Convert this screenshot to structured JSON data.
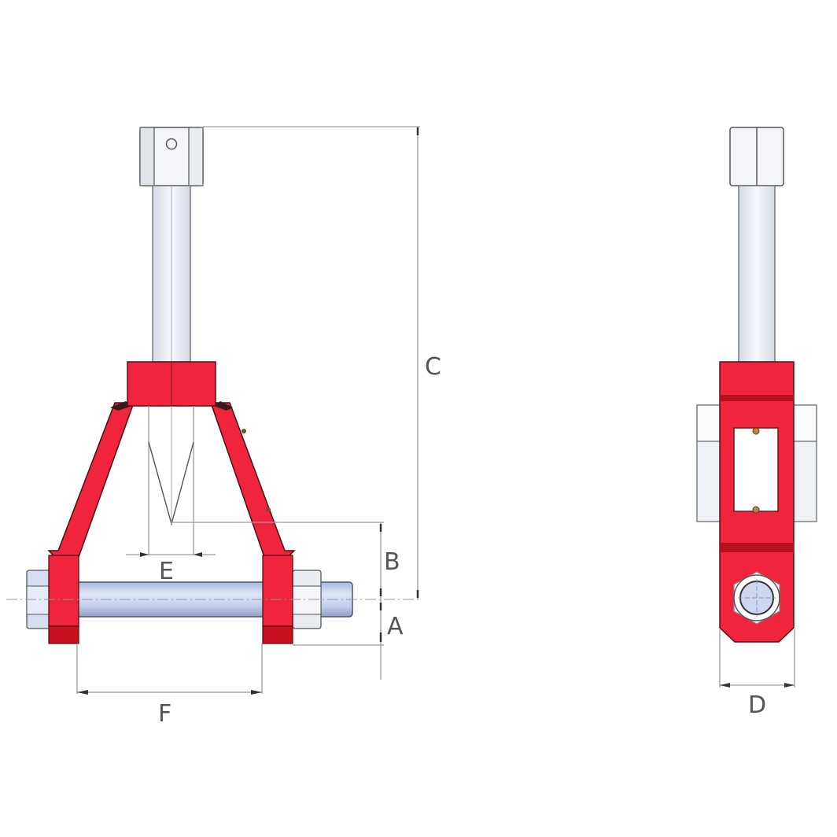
{
  "diagram": {
    "type": "technical-drawing",
    "subject": "red hydraulic puller/spreader with threaded spindle and cross bolt",
    "views": [
      {
        "name": "front-view",
        "components": [
          "hex-nut-top",
          "spindle",
          "red-yoke-block",
          "conical-tip",
          "red-arms",
          "cross-bolt",
          "hex-nuts-side"
        ]
      },
      {
        "name": "side-view",
        "components": [
          "hex-nut-top",
          "spindle",
          "red-body",
          "side-plates",
          "rectangular-window",
          "bolt-end-hex"
        ]
      }
    ],
    "dimensions": {
      "A": "A",
      "B": "B",
      "C": "C",
      "D": "D",
      "E": "E",
      "F": "F"
    },
    "colors": {
      "red": "#f0243c",
      "dark_red": "#c0101e",
      "steel": "#e4e9f2",
      "steel_blue": "#b7c6e6",
      "line": "#555555",
      "dim_line": "#9a9a9a",
      "label": "#555555"
    }
  }
}
